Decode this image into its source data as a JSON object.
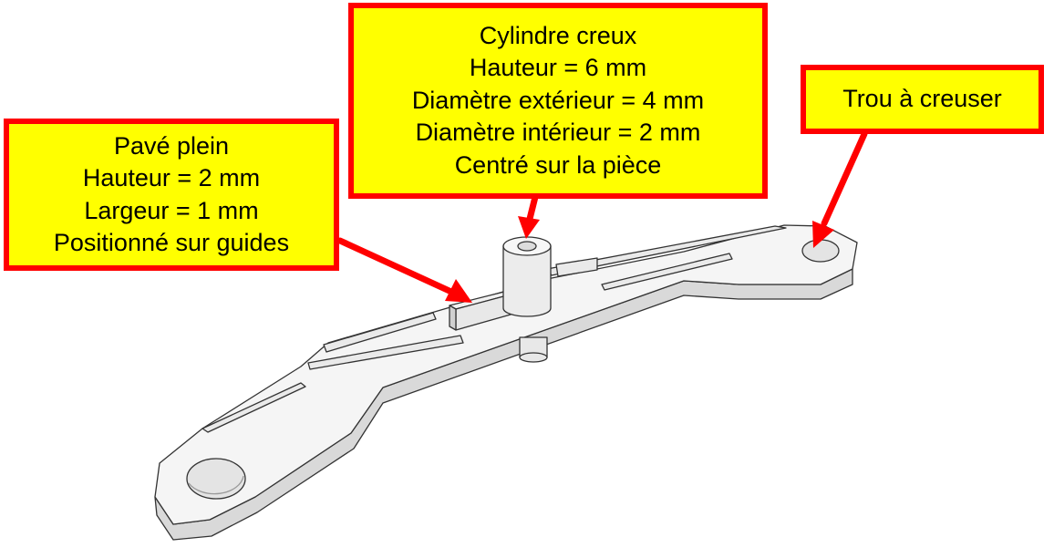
{
  "callouts": {
    "pave": {
      "lines": [
        "Pavé plein",
        "Hauteur = 2 mm",
        "Largeur = 1 mm",
        "Positionné sur guides"
      ]
    },
    "cylindre": {
      "lines": [
        "Cylindre creux",
        "Hauteur = 6 mm",
        "Diamètre extérieur = 4 mm",
        "Diamètre intérieur = 2 mm",
        "Centré sur la pièce"
      ]
    },
    "trou": {
      "lines": [
        "Trou à creuser"
      ]
    }
  },
  "colors": {
    "callout_fill": "#ffff00",
    "callout_border": "#ff0000",
    "arrow": "#ff0000",
    "part_top": "#f4f4f4",
    "part_side": "#d9d9d9",
    "edge": "#333333"
  }
}
